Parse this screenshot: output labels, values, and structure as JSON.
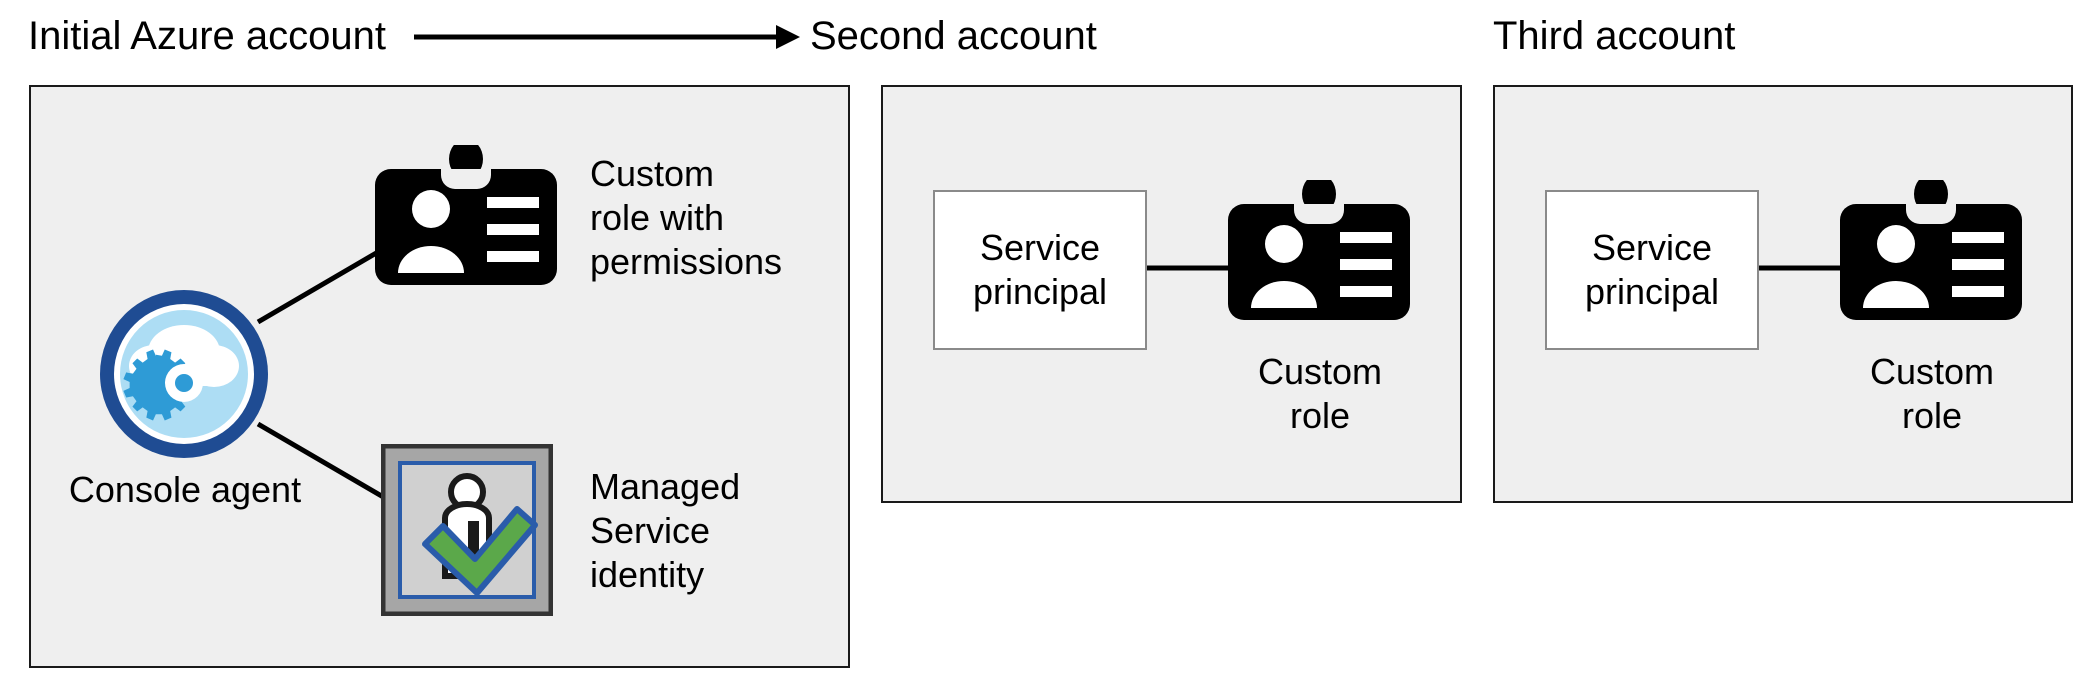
{
  "diagram": {
    "title_accounts": [
      {
        "id": "initial",
        "label": "Initial Azure account"
      },
      {
        "id": "second",
        "label": "Second account"
      },
      {
        "id": "third",
        "label": "Third account"
      }
    ],
    "flow_arrow": {
      "name": "arrow-initial-to-second",
      "direction": "right"
    },
    "panel_initial": {
      "console_agent": {
        "label": "Console agent",
        "icon": "cloud-gear-icon",
        "colors": {
          "outer_ring": "#1F4C93",
          "inner_fill": "#ADDDF4",
          "cloud": "#FFFFFF",
          "gear": "#2E9BD6"
        }
      },
      "custom_role": {
        "icon": "id-badge-icon",
        "label_lines": [
          "Custom",
          "role with",
          "permissions"
        ],
        "label": "Custom role with permissions"
      },
      "managed_identity": {
        "icon": "managed-service-identity-icon",
        "label_lines": [
          "Managed",
          "Service",
          "identity"
        ],
        "label": "Managed Service identity",
        "colors": {
          "outer_border": "#333333",
          "frame": "#A6A6A6",
          "inner_border": "#2A5CAA",
          "fill": "#D0D0D0",
          "check": "#5BA84A",
          "person": "#FFFFFF"
        }
      }
    },
    "panel_second": {
      "service_principal": {
        "label_lines": [
          "Service",
          "principal"
        ],
        "label": "Service principal"
      },
      "custom_role": {
        "icon": "id-badge-icon",
        "label_lines": [
          "Custom",
          "role"
        ],
        "label": "Custom role"
      }
    },
    "panel_third": {
      "service_principal": {
        "label_lines": [
          "Service",
          "principal"
        ],
        "label": "Service principal"
      },
      "custom_role": {
        "icon": "id-badge-icon",
        "label_lines": [
          "Custom",
          "role"
        ],
        "label": "Custom role"
      }
    },
    "colors": {
      "panel_fill": "#EFEFEF",
      "panel_border": "#1A1A1A",
      "connector": "#000000",
      "background": "#FFFFFF",
      "box_fill": "#FFFFFF",
      "box_border": "#8A8A8A"
    }
  }
}
